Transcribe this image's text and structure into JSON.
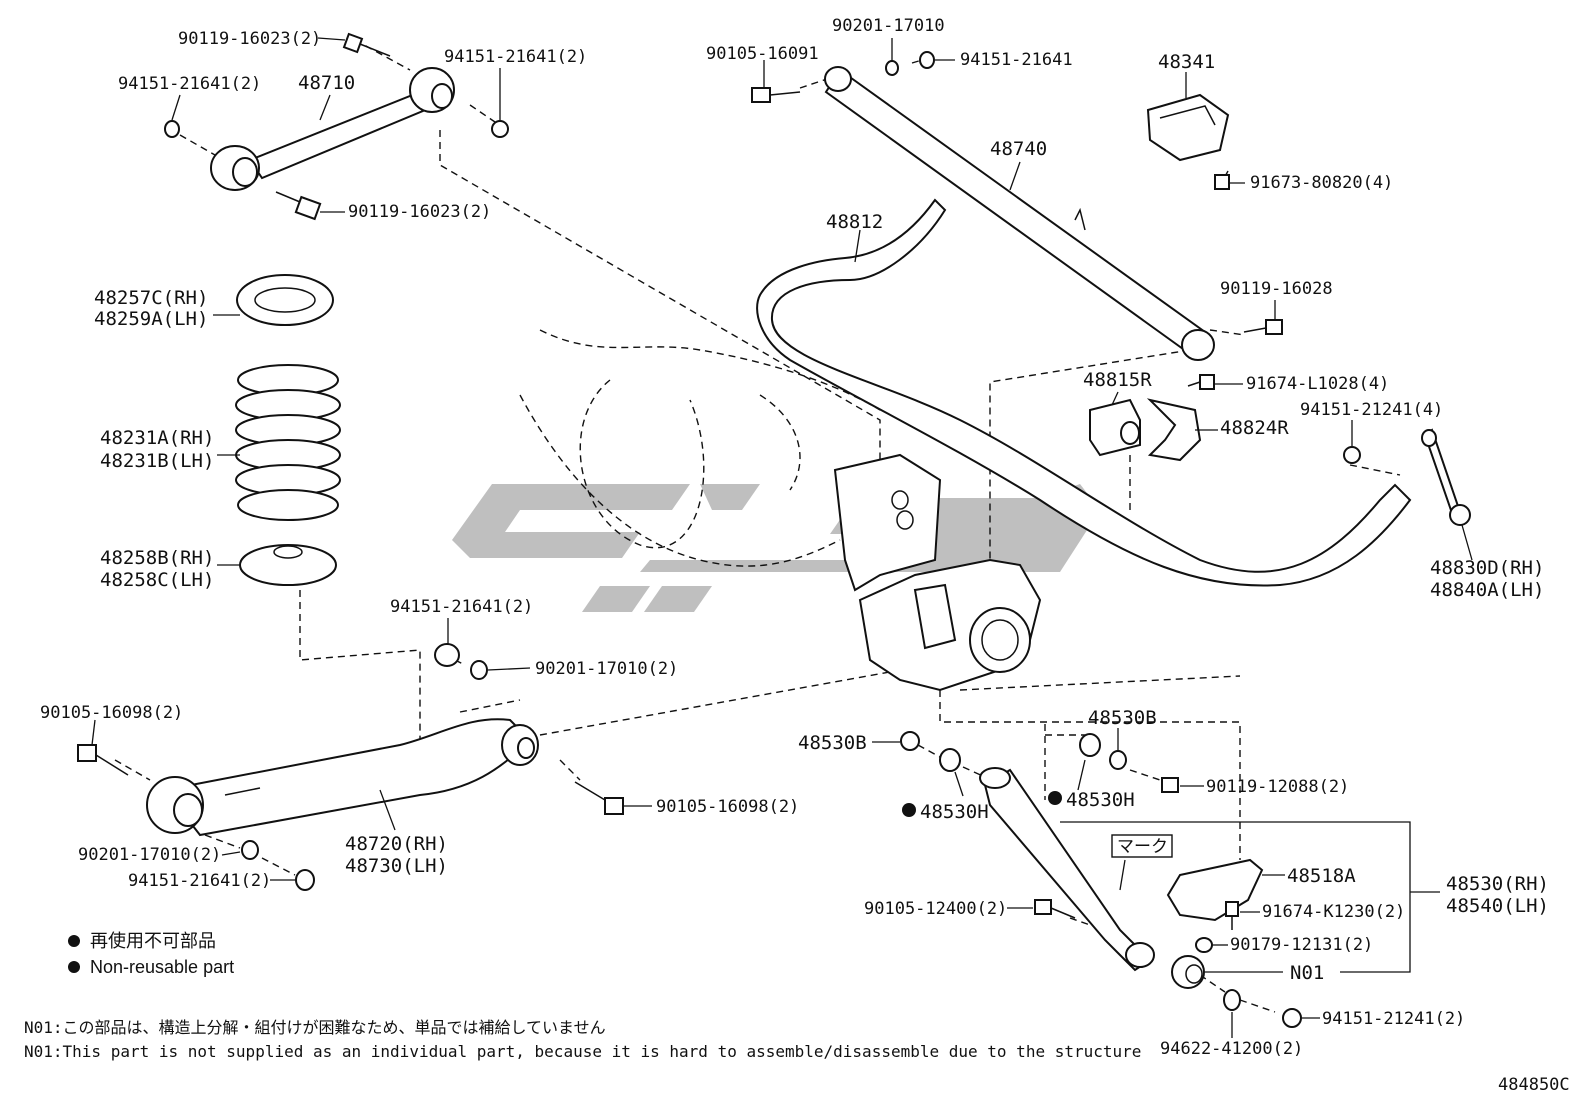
{
  "labels": {
    "l_90119_16023_a": "90119-16023(2)",
    "l_94151_21641_a": "94151-21641(2)",
    "l_94151_21641_b": "94151-21641(2)",
    "l_48710": "48710",
    "l_90119_16023_b": "90119-16023(2)",
    "l_90201_17010_top": "90201-17010",
    "l_90105_16091": "90105-16091",
    "l_94151_21641_top": "94151-21641",
    "l_48341": "48341",
    "l_48740": "48740",
    "l_91673_80820": "91673-80820(4)",
    "l_48812": "48812",
    "l_90119_16028": "90119-16028",
    "l_48257c": "48257C(RH)",
    "l_48259a": "48259A(LH)",
    "l_48815r": "48815R",
    "l_91674_l1028": "91674-L1028(4)",
    "l_94151_21241_4": "94151-21241(4)",
    "l_48824r": "48824R",
    "l_48231a": "48231A(RH)",
    "l_48231b": "48231B(LH)",
    "l_48830d": "48830D(RH)",
    "l_48840a": "48840A(LH)",
    "l_48258b": "48258B(RH)",
    "l_48258c": "48258C(LH)",
    "l_94151_21641_mid": "94151-21641(2)",
    "l_90201_17010_mid": "90201-17010(2)",
    "l_90105_16098_a": "90105-16098(2)",
    "l_48530b_left": "48530B",
    "l_48530b_right": "48530B",
    "l_90119_12088": "90119-12088(2)",
    "l_48530h_left": "48530H",
    "l_48530h_right": "48530H",
    "l_90105_16098_b": "90105-16098(2)",
    "l_mark": "マーク",
    "l_48518a": "48518A",
    "l_90201_17010_low": "90201-17010(2)",
    "l_48720": "48720(RH)",
    "l_48730": "48730(LH)",
    "l_48530rh": "48530(RH)",
    "l_48540lh": "48540(LH)",
    "l_94151_21641_low": "94151-21641(2)",
    "l_90105_12400": "90105-12400(2)",
    "l_91674_k1230": "91674-K1230(2)",
    "l_90179_12131": "90179-12131(2)",
    "l_n01": "N01",
    "l_94151_21241_2": "94151-21241(2)",
    "l_94622_41200": "94622-41200(2)"
  },
  "legend": {
    "jp": "再使用不可部品",
    "en": "Non-reusable part"
  },
  "notes": {
    "jp": "N01:この部品は、構造上分解・組付けが困難なため、単品では補給していません",
    "en": "N01:This part is not supplied as an individual part, because it is hard to assemble/disassemble due to the structure"
  },
  "diagram_code": "484850C"
}
